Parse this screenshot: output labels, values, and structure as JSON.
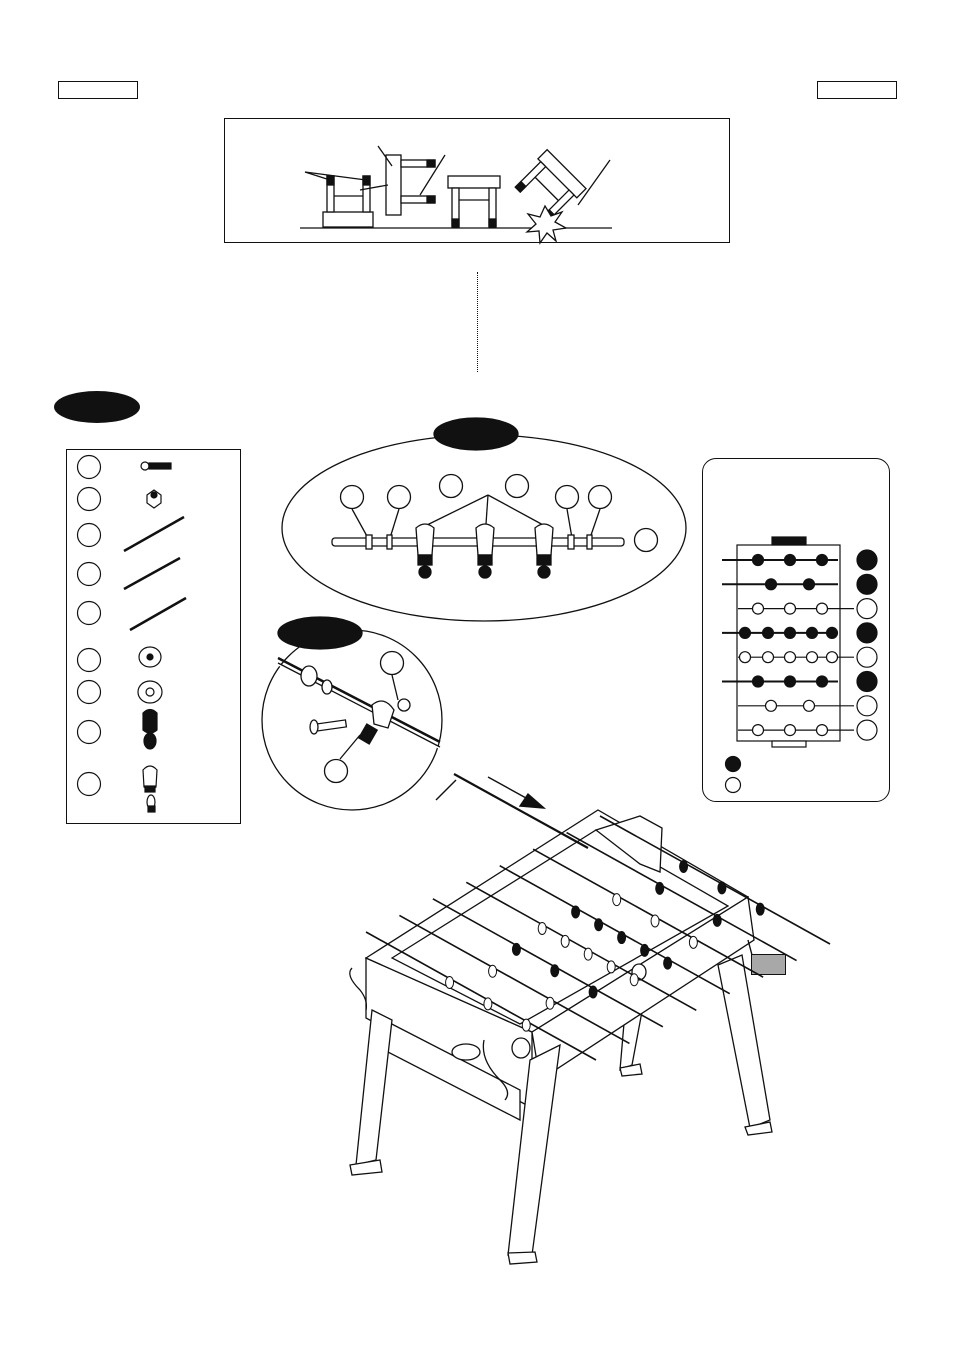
{
  "page": {
    "header_left_tag": "",
    "header_right_tag": "",
    "step_label": "",
    "rod_zoom_label": "",
    "detail_zoom_label": "",
    "highlight_tag": ""
  },
  "parts_list": [
    {
      "part": "screw"
    },
    {
      "part": "nut"
    },
    {
      "part": "rod"
    },
    {
      "part": "rod"
    },
    {
      "part": "rod"
    },
    {
      "part": "washer"
    },
    {
      "part": "bumper"
    },
    {
      "part": "dark-player"
    },
    {
      "part": "light-player"
    }
  ],
  "rod_layout_key": {
    "rows": [
      {
        "players": 3,
        "color": "dark"
      },
      {
        "players": 2,
        "color": "dark"
      },
      {
        "players": 3,
        "color": "light"
      },
      {
        "players": 5,
        "color": "dark"
      },
      {
        "players": 5,
        "color": "light"
      },
      {
        "players": 3,
        "color": "dark"
      },
      {
        "players": 2,
        "color": "light"
      },
      {
        "players": 3,
        "color": "light"
      }
    ],
    "legend": [
      {
        "color": "dark"
      },
      {
        "color": "light"
      }
    ]
  },
  "colors": {
    "line": "#111111",
    "dark_player": "#111111",
    "light_player": "#ffffff",
    "highlight_box": "#a8a8a8"
  },
  "icons": [
    "warning-burst-icon",
    "arrow-right-icon"
  ]
}
